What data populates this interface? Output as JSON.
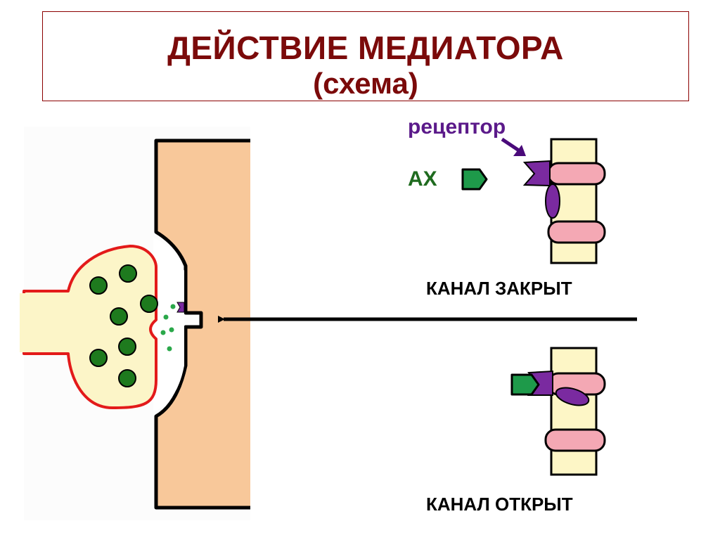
{
  "title": {
    "line1": "ДЕЙСТВИЕ МЕДИАТОРА",
    "line2": "(схема)"
  },
  "labels": {
    "receptor": "рецептор",
    "ach": "АХ",
    "channel_closed": "КАНАЛ ЗАКРЫТ",
    "channel_open": "КАНАЛ ОТКРЫТ"
  },
  "colors": {
    "title_text": "#7b0a0a",
    "title_border": "#8b0000",
    "receptor_text": "#5b1a8a",
    "ach_text": "#1f6b1f",
    "presynaptic_fill": "#fcf5c8",
    "presynaptic_outline": "#e31a1a",
    "postsynaptic_fill": "#f8c89a",
    "vesicle_fill": "#1e7a1e",
    "receptor_fill": "#7a2aa0",
    "channel_fill": "#f4a8b4",
    "membrane_fill": "#fdf6c6"
  }
}
